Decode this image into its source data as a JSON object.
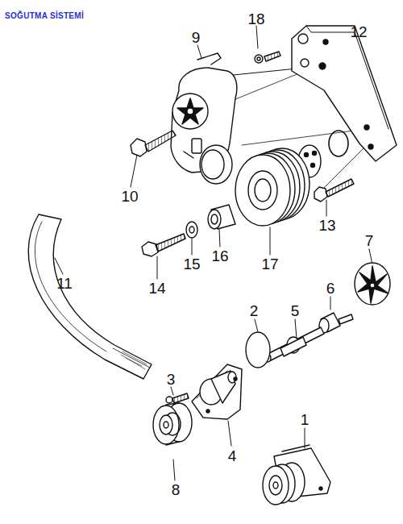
{
  "diagram": {
    "title": "SOĞUTMA SİSTEMİ",
    "labels": [
      "18",
      "12",
      "9",
      "10",
      "13",
      "17",
      "16",
      "15",
      "14",
      "11",
      "7",
      "6",
      "5",
      "2",
      "3",
      "4",
      "8",
      "1"
    ]
  }
}
